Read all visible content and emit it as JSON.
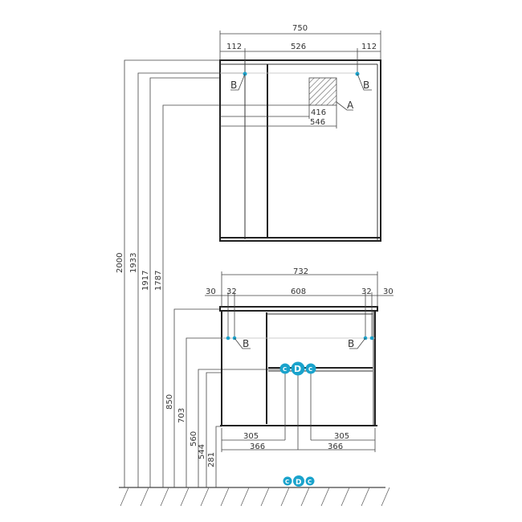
{
  "mirror": {
    "width": "750",
    "left_offset": "112",
    "center": "526",
    "right_offset": "112",
    "hatch_width_inner": "416",
    "hatch_width_outer": "546",
    "marker_a": "A",
    "marker_b": "B"
  },
  "cabinet": {
    "width": "732",
    "left_overhang": "30",
    "left_inset": "32",
    "center": "608",
    "right_inset": "32",
    "right_overhang": "30",
    "left_inner": "305",
    "left_outer": "366",
    "right_inner": "305",
    "right_outer": "366",
    "marker_b": "B",
    "marker_c": "C",
    "marker_d": "D"
  },
  "heights": [
    "2000",
    "1933",
    "1917",
    "1787",
    "850",
    "703",
    "560",
    "544",
    "281"
  ],
  "floor_markers": {
    "c": "C",
    "d": "D"
  },
  "colors": {
    "accent": "#1aa3cc",
    "line": "#222222"
  }
}
